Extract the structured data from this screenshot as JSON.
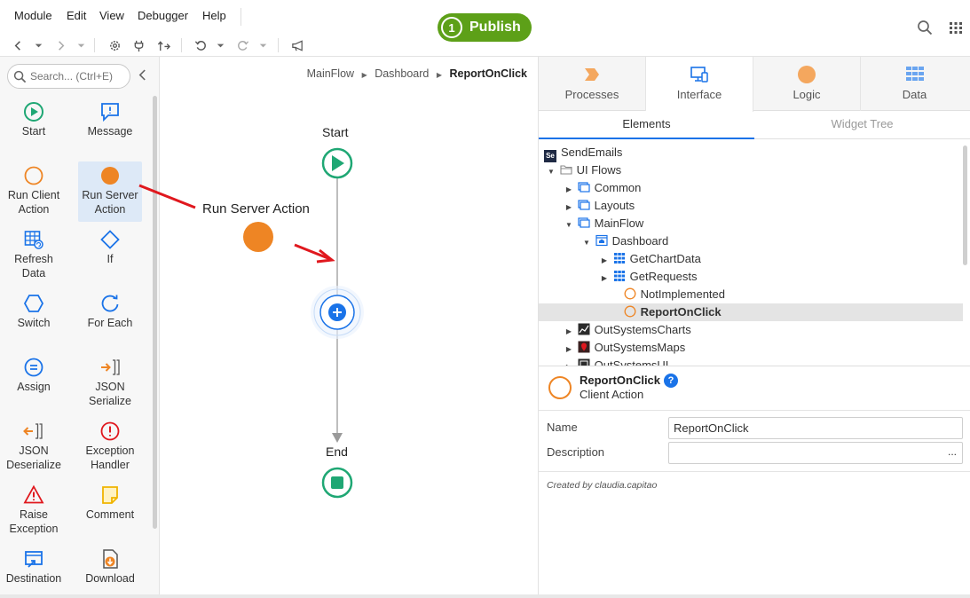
{
  "menu": {
    "items": [
      "Module",
      "Edit",
      "View",
      "Debugger",
      "Help"
    ]
  },
  "publish": {
    "count": "1",
    "label": "Publish"
  },
  "toolbox": {
    "search_placeholder": "Search... (Ctrl+E)",
    "tools": [
      {
        "label": "Start",
        "icon": "start-icon"
      },
      {
        "label": "Message",
        "icon": "message-icon"
      },
      {
        "label": "Run Client Action",
        "icon": "run-client-action-icon"
      },
      {
        "label": "Run Server Action",
        "icon": "run-server-action-icon"
      },
      {
        "label": "Refresh Data",
        "icon": "refresh-data-icon"
      },
      {
        "label": "If",
        "icon": "if-icon"
      },
      {
        "label": "Switch",
        "icon": "switch-icon"
      },
      {
        "label": "For Each",
        "icon": "for-each-icon"
      },
      {
        "label": "Assign",
        "icon": "assign-icon"
      },
      {
        "label": "JSON Serialize",
        "icon": "json-serialize-icon"
      },
      {
        "label": "JSON Deserialize",
        "icon": "json-deserialize-icon"
      },
      {
        "label": "Exception Handler",
        "icon": "exception-handler-icon"
      },
      {
        "label": "Raise Exception",
        "icon": "raise-exception-icon"
      },
      {
        "label": "Comment",
        "icon": "comment-icon"
      },
      {
        "label": "Destination",
        "icon": "destination-icon"
      },
      {
        "label": "Download",
        "icon": "download-icon"
      }
    ]
  },
  "canvas": {
    "breadcrumb": [
      "MainFlow",
      "Dashboard",
      "ReportOnClick"
    ],
    "start_label": "Start",
    "end_label": "End",
    "drag_label": "Run Server Action"
  },
  "right_panel": {
    "tabs": [
      "Processes",
      "Interface",
      "Logic",
      "Data"
    ],
    "active_tab": "Interface",
    "subtabs": [
      "Elements",
      "Widget Tree"
    ],
    "active_subtab": "Elements",
    "module_badge": "Se",
    "tree": [
      {
        "label": "SendEmails",
        "icon": "module-icon"
      },
      {
        "label": "UI Flows",
        "icon": "folder-icon"
      },
      {
        "label": "Common",
        "icon": "ui-flow-icon"
      },
      {
        "label": "Layouts",
        "icon": "ui-flow-icon"
      },
      {
        "label": "MainFlow",
        "icon": "ui-flow-icon"
      },
      {
        "label": "Dashboard",
        "icon": "screen-icon"
      },
      {
        "label": "GetChartData",
        "icon": "aggregate-icon"
      },
      {
        "label": "GetRequests",
        "icon": "aggregate-icon"
      },
      {
        "label": "NotImplemented",
        "icon": "client-action-icon"
      },
      {
        "label": "ReportOnClick",
        "icon": "client-action-icon"
      },
      {
        "label": "OutSystemsCharts",
        "icon": "charts-module-icon"
      },
      {
        "label": "OutSystemsMaps",
        "icon": "maps-module-icon"
      },
      {
        "label": "OutSystemsUI",
        "icon": "ui-module-icon"
      }
    ],
    "selected": {
      "name": "ReportOnClick",
      "type": "Client Action",
      "help": "?",
      "name_label": "Name",
      "name_value": "ReportOnClick",
      "description_label": "Description",
      "description_value": "",
      "ellipsis": "...",
      "created_by": "Created by claudia.capitao"
    }
  },
  "colors": {
    "publish_green": "#5da018",
    "start_green": "#1fa774",
    "server_action_orange": "#ee8524",
    "client_action_orange": "#ee8524",
    "accent_blue": "#1a73e8",
    "annotation_red": "#e0181e"
  }
}
